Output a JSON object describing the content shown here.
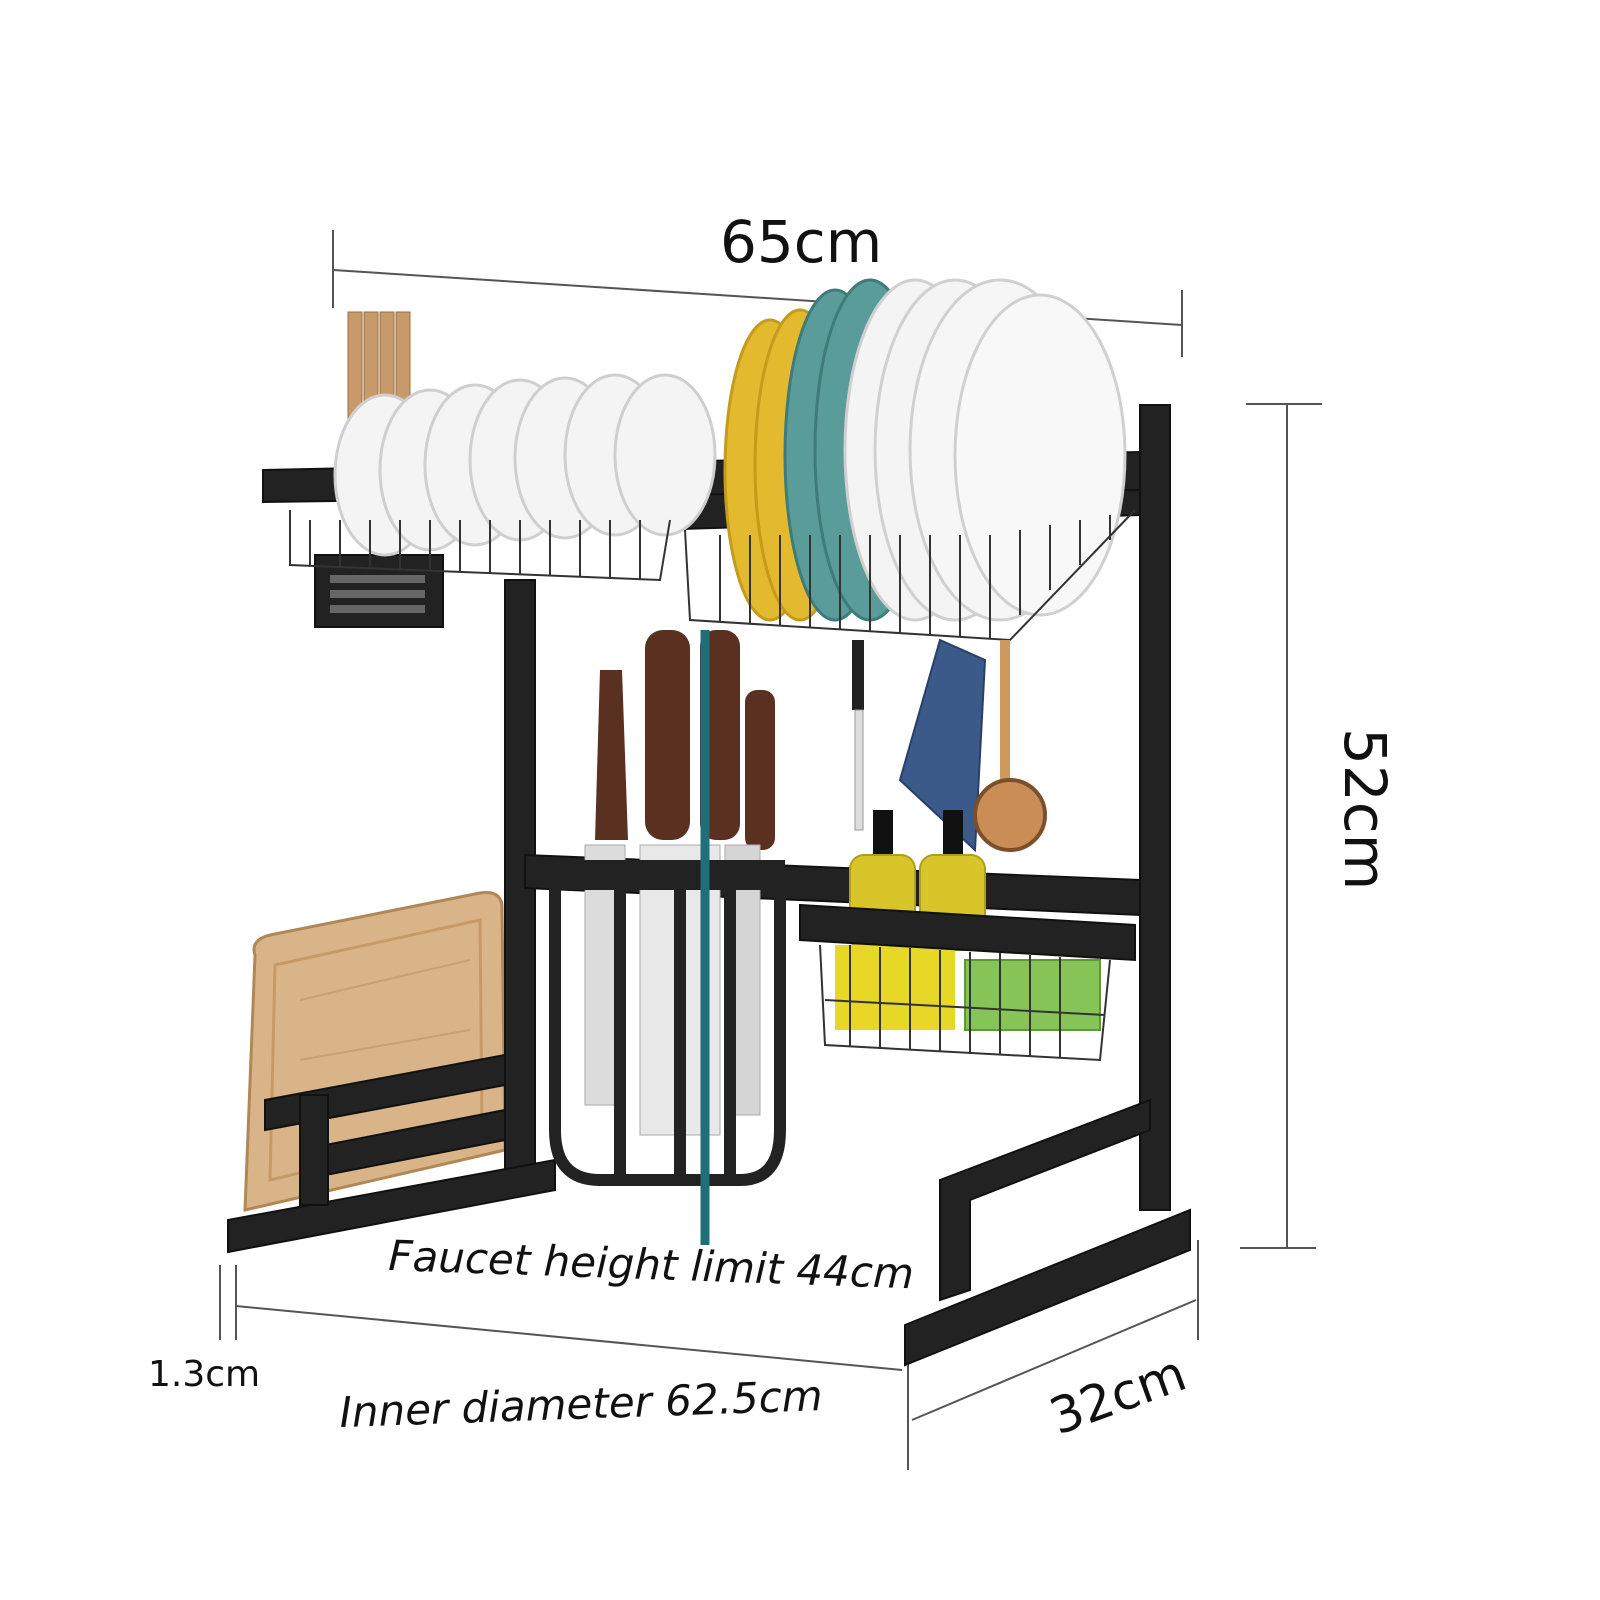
{
  "dimensions": {
    "width_top": "65cm",
    "height": "52cm",
    "depth": "32cm",
    "foot_height": "1.3cm",
    "inner_width": "Inner diameter 62.5cm",
    "faucet_limit": "Faucet height limit 44cm"
  },
  "colors": {
    "frame": "#222222",
    "faucet_line": "#1f6e78",
    "dimension_line": "#555555",
    "plate_yellow": "#e3b92e",
    "plate_teal": "#5a9c9a",
    "plate_white": "#f4f4f4",
    "board_wood": "#d9b489",
    "bottle_yellow": "#d8c52a",
    "cloth_blue": "#3b5a8a"
  }
}
